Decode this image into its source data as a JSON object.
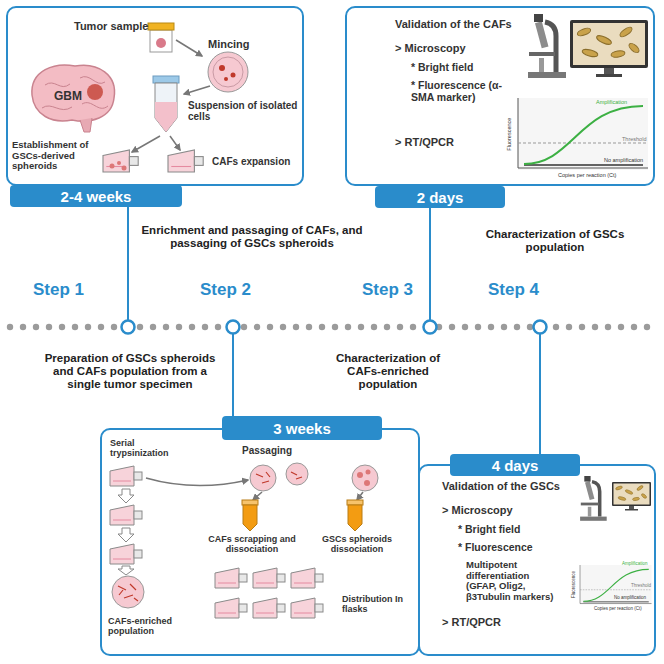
{
  "diagram": {
    "nodes": [
      {
        "text": [
          "Tumor sample",
          "Mincing",
          "GBM",
          "Suspension of isolated cells",
          "Establishment of GSCs-derived spheroids",
          "CAFs expansion"
        ]
      },
      {
        "text": [
          "2-4 weeks"
        ]
      },
      {
        "text": [
          "Validation of the CAFs",
          "> Microscopy",
          "* Bright field",
          "* Fluorescence (α-SMA marker)",
          "> RT/QPCR"
        ]
      },
      {
        "text": [
          "2 days"
        ]
      },
      {
        "text": [
          "Serial trypsinization",
          "Passaging",
          "CAFs scrapping and dissociation",
          "GSCs spheroids dissociation",
          "CAFs-enriched population",
          "Distribution In flasks"
        ]
      },
      {
        "text": [
          "3 weeks"
        ]
      },
      {
        "text": [
          "Validation of the GSCs",
          "> Microscopy",
          "* Bright field",
          "* Fluorescence",
          "Multipotent differentiation (GFAP, Olig2, β3Tubulin markers)",
          "> RT/QPCR"
        ]
      },
      {
        "text": [
          "4 days"
        ]
      }
    ],
    "labels": [
      "Enrichment and passaging of CAFs, and passaging of GSCs spheroids",
      "Characterization of GSCs population",
      "Step 1",
      "Step 2",
      "Step 3",
      "Step 4",
      "Preparation of GSCs spheroids and CAFs population from a single tumor specimen",
      "Characterization of CAFs-enriched population",
      "Amplification",
      "Threshold",
      "No amplification",
      "Fluorescence",
      "Copies per reaction (Ct)",
      "Amplification",
      "Threshold",
      "No amplification",
      "Fluorescence",
      "Copies per reaction (Ct)"
    ]
  }
}
